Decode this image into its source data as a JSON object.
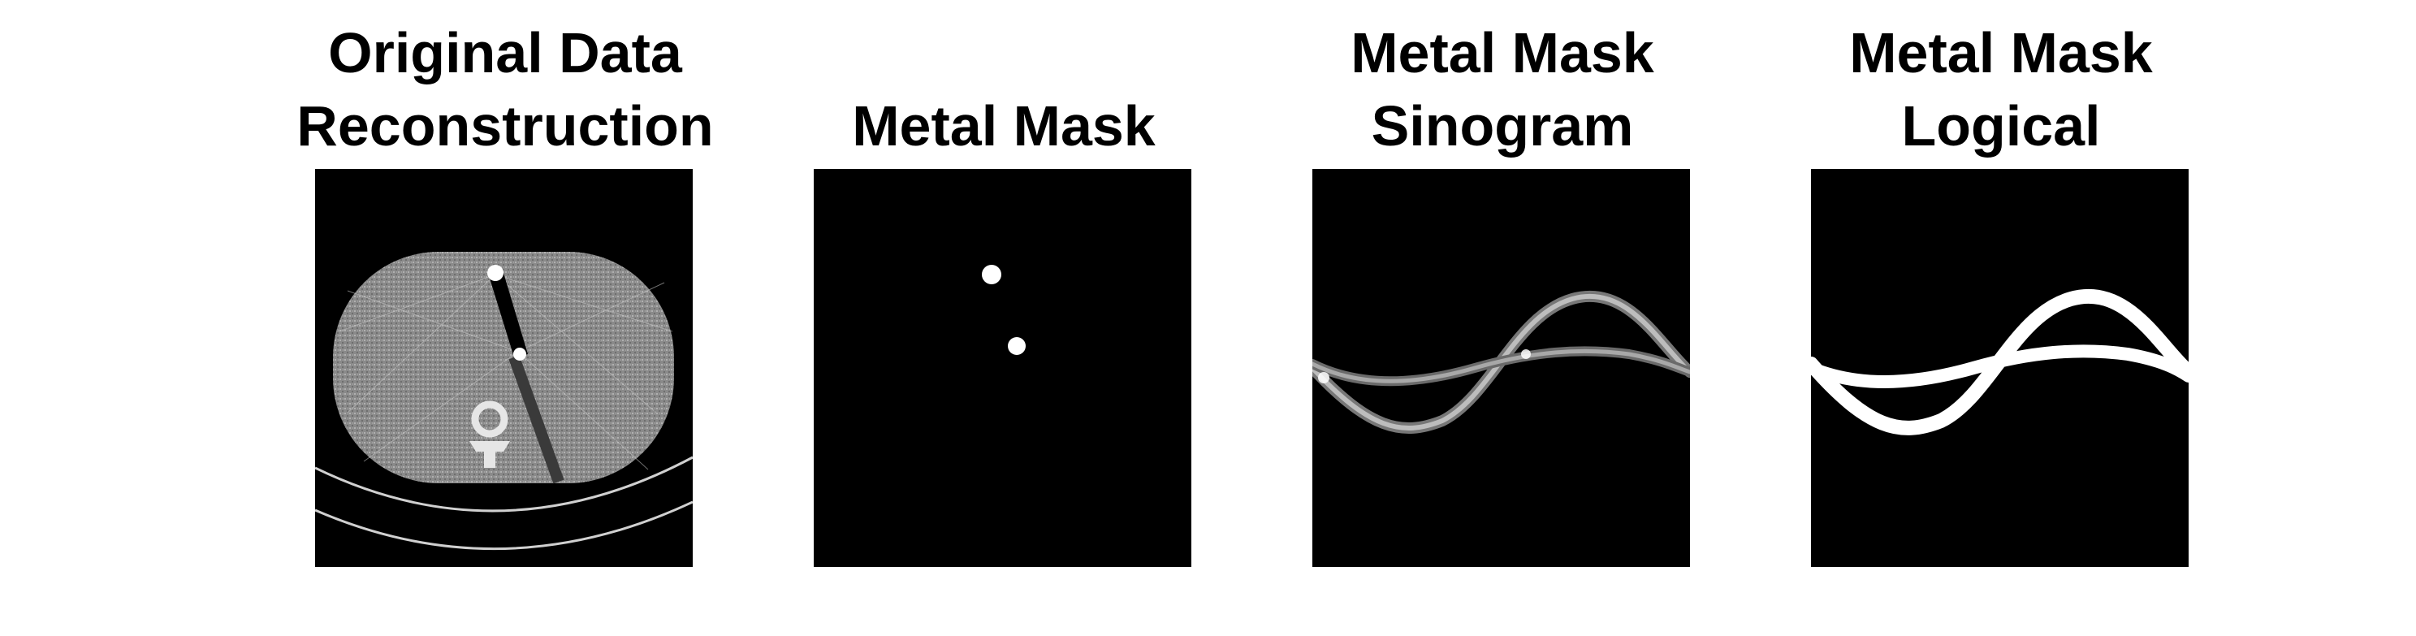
{
  "panels": [
    {
      "title_line1": "Original Data",
      "title_line2": "Reconstruction",
      "image": "ct-reconstruction-image"
    },
    {
      "title_line1": "",
      "title_line2": "Metal Mask",
      "image": "metal-mask-image"
    },
    {
      "title_line1": "Metal Mask",
      "title_line2": "Sinogram",
      "image": "metal-mask-sinogram-image"
    },
    {
      "title_line1": "Metal Mask",
      "title_line2": "Logical",
      "image": "metal-mask-logical-image"
    }
  ],
  "colors": {
    "background": "#ffffff",
    "image_background": "#000000",
    "foreground": "#ffffff"
  }
}
